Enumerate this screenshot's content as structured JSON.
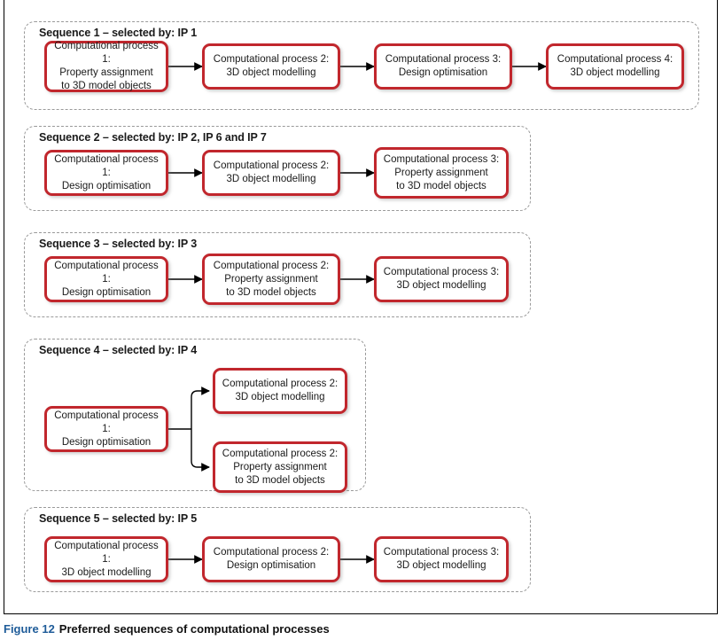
{
  "figure": {
    "caption_number": "Figure 12",
    "caption_text": "Preferred sequences of computational processes"
  },
  "colors": {
    "node_border": "#c1272d",
    "container_border": "#9a9a9a",
    "connector": "#000000",
    "caption_number": "#1f5c99",
    "text": "#1a1a1a",
    "page_frame": "#000000"
  },
  "sequences": [
    {
      "title": "Sequence 1 – selected by: IP 1",
      "nodes": [
        {
          "label": "Computational process 1:\nProperty assignment\nto 3D model objects"
        },
        {
          "label": "Computational process 2:\n3D object modelling"
        },
        {
          "label": "Computational process 3:\nDesign optimisation"
        },
        {
          "label": "Computational process 4:\n3D object modelling"
        }
      ]
    },
    {
      "title": "Sequence 2 – selected by: IP 2, IP 6 and IP 7",
      "nodes": [
        {
          "label": "Computational process 1:\nDesign optimisation"
        },
        {
          "label": "Computational process 2:\n3D object modelling"
        },
        {
          "label": "Computational process 3:\nProperty assignment\nto 3D model objects"
        }
      ]
    },
    {
      "title": "Sequence 3 – selected by: IP 3",
      "nodes": [
        {
          "label": "Computational process 1:\nDesign optimisation"
        },
        {
          "label": "Computational process 2:\nProperty assignment\nto 3D model objects"
        },
        {
          "label": "Computational process 3:\n3D object modelling"
        }
      ]
    },
    {
      "title": "Sequence 4 – selected by: IP 4",
      "nodes": [
        {
          "label": "Computational process 1:\nDesign optimisation"
        },
        {
          "label": "Computational process 2:\n3D object modelling"
        },
        {
          "label": "Computational process 2:\nProperty assignment\nto 3D model objects"
        }
      ]
    },
    {
      "title": "Sequence 5 – selected by: IP 5",
      "nodes": [
        {
          "label": "Computational process 1:\n3D object modelling"
        },
        {
          "label": "Computational process 2:\nDesign optimisation"
        },
        {
          "label": "Computational process 3:\n3D object modelling"
        }
      ]
    }
  ]
}
